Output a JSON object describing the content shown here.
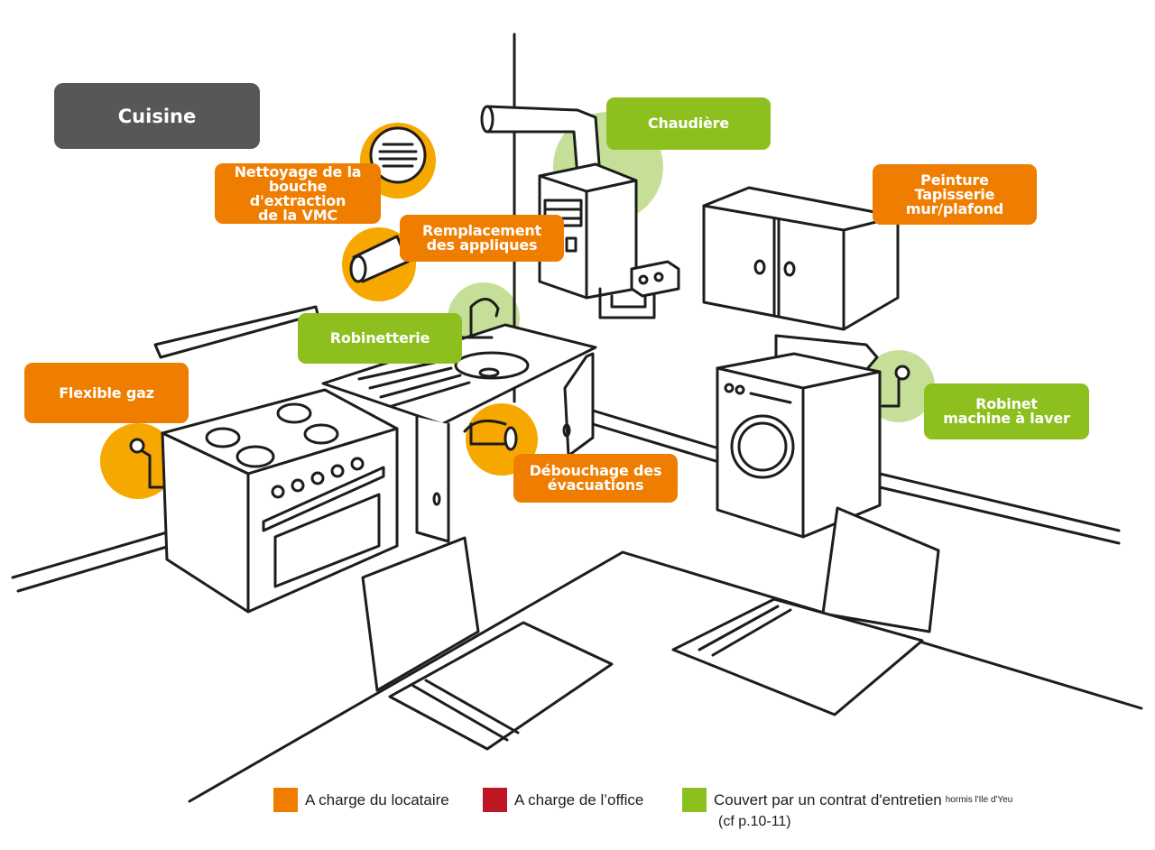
{
  "title": "Cuisine",
  "labels": {
    "vmc": "Nettoyage de la\nbouche d'extraction\nde la VMC",
    "appliques": "Remplacement\ndes appliques",
    "chaudiere": "Chaudière",
    "peinture": "Peinture\nTapisserie\nmur/plafond",
    "robinetterie": "Robinetterie",
    "flexible_gaz": "Flexible gaz",
    "robinet_machine": "Robinet\nmachine à laver",
    "debouchage": "Débouchage des\névacuations"
  },
  "legend": {
    "locataire": "A charge du locataire",
    "office": "A charge de l’office",
    "contrat": "Couvert par un contrat d'entretien",
    "contrat_note": "hormis l'Ile d'Yeu",
    "contrat_ref": "(cf p.10-11)"
  },
  "colors": {
    "orange": "#ee7d00",
    "orange_light": "#f6a800",
    "red": "#be1622",
    "green": "#8dbf1f",
    "green_light": "#c6df98",
    "title_bg": "#575756"
  },
  "icons": [
    "vmc-vent-icon",
    "light-fixture-icon",
    "boiler-icon",
    "faucet-icon",
    "gas-hose-icon",
    "washer-tap-icon",
    "drain-pipe-icon"
  ]
}
